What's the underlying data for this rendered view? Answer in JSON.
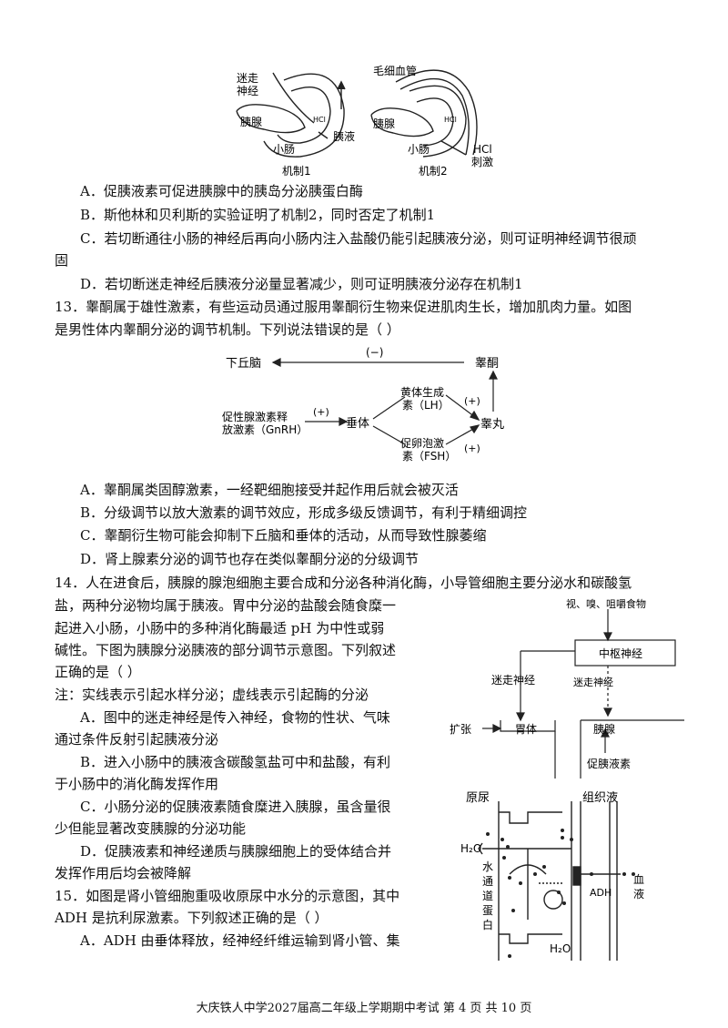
{
  "fig12": {
    "mech1": {
      "vagus": "迷走",
      "nerve": "神经",
      "pancreas": "胰腺",
      "hcl": "HCl",
      "juice": "胰液",
      "intestine": "小肠",
      "caption": "机制1"
    },
    "mech2": {
      "capillary": "毛细血管",
      "pancreas": "胰腺",
      "hcl_small": "HCl",
      "intestine": "小肠",
      "hcl": "HCl",
      "stim": "刺激",
      "caption": "机制2"
    }
  },
  "q12": {
    "A": "A．促胰液素可促进胰腺中的胰岛分泌胰蛋白酶",
    "B": "B．斯他林和贝利斯的实验证明了机制2，同时否定了机制1",
    "C1": "C．若切断通往小肠的神经后再向小肠内注入盐酸仍能引起胰液分泌，则可证明神经调节很顽",
    "C2": "固",
    "D": "D．若切断迷走神经后胰液分泌量显著减少，则可证明胰液分泌存在机制1"
  },
  "q13": {
    "stem1": "13．睾酮属于雄性激素，有些运动员通过服用睾酮衍生物来促进肌肉生长，增加肌肉力量。如图",
    "stem2": "是男性体内睾酮分泌的调节机制。下列说法错误的是（    ）",
    "fig": {
      "neg": "(−)",
      "hypothalamus": "下丘脑",
      "testosterone": "睾酮",
      "lh1": "黄体生成",
      "lh2": "素（LH）",
      "fsh1": "促卵泡激",
      "fsh2": "素（FSH）",
      "gnrh1": "促性腺激素释",
      "gnrh2": "放激素（GnRH）",
      "plus": "(+)",
      "pituitary": "垂体",
      "testis": "睾丸"
    },
    "A": "A．睾酮属类固醇激素，一经靶细胞接受并起作用后就会被灭活",
    "B": "B．分级调节以放大激素的调节效应，形成多级反馈调节，有利于精细调控",
    "C": "C．睾酮衍生物可能会抑制下丘脑和垂体的活动，从而导致性腺萎缩",
    "D": "D．肾上腺素分泌的调节也存在类似睾酮分泌的分级调节"
  },
  "q14": {
    "stem1": "14．人在进食后，胰腺的腺泡细胞主要合成和分泌各种消化酶，小导管细胞主要分泌水和碳酸氢",
    "stem2": "盐，两种分泌物均属于胰液。胃中分泌的盐酸会随食糜一",
    "stem3": "起进入小肠，小肠中的多种消化酶最适  pH  为中性或弱",
    "stem4": "碱性。下图为胰腺分泌胰液的部分调节示意图。下列叙述",
    "stem5": "正确的是（    ）",
    "note": "注：实线表示引起水样分泌；虚线表示引起酶的分泌",
    "A1": "A．图中的迷走神经是传入神经，食物的性状、气味",
    "A2": "通过条件反射引起胰液分泌",
    "B1": "B．进入小肠中的胰液含碳酸氢盐可中和盐酸，有利",
    "B2": "于小肠中的消化酶发挥作用",
    "C1": "C．小肠分泌的促胰液素随食糜进入胰腺，虽含量很",
    "C2": "少但能显著改变胰腺的分泌功能",
    "D1": "D．促胰液素和神经递质与胰腺细胞上的受体结合并",
    "D2": "发挥作用后均会被降解",
    "fig": {
      "food": "视、嗅、咀嚼食物",
      "cns": "中枢神经",
      "vagus_left": "迷走神经",
      "vagus_right": "迷走神经",
      "expand": "扩张",
      "stomach": "胃体",
      "pancreas": "胰腺",
      "secretin": "促胰液素"
    }
  },
  "q15": {
    "stem1": "15．如图是肾小管细胞重吸收原尿中水分的示意图，其中",
    "stem2": "ADH  是抗利尿激素。下列叙述正确的是（    ）",
    "A": "A．ADH  由垂体释放，经神经纤维运输到肾小管、集",
    "fig": {
      "urine": "原尿",
      "tissue": "组织液",
      "h2o_top": "H₂O",
      "h2o_bottom": "H₂O",
      "channel": [
        "水",
        "通",
        "道",
        "蛋",
        "白"
      ],
      "adh": "ADH",
      "blood": [
        "血",
        "液"
      ]
    }
  },
  "footer": "大庆铁人中学2027届高二年级上学期期中考试 第 4 页 共 10 页"
}
